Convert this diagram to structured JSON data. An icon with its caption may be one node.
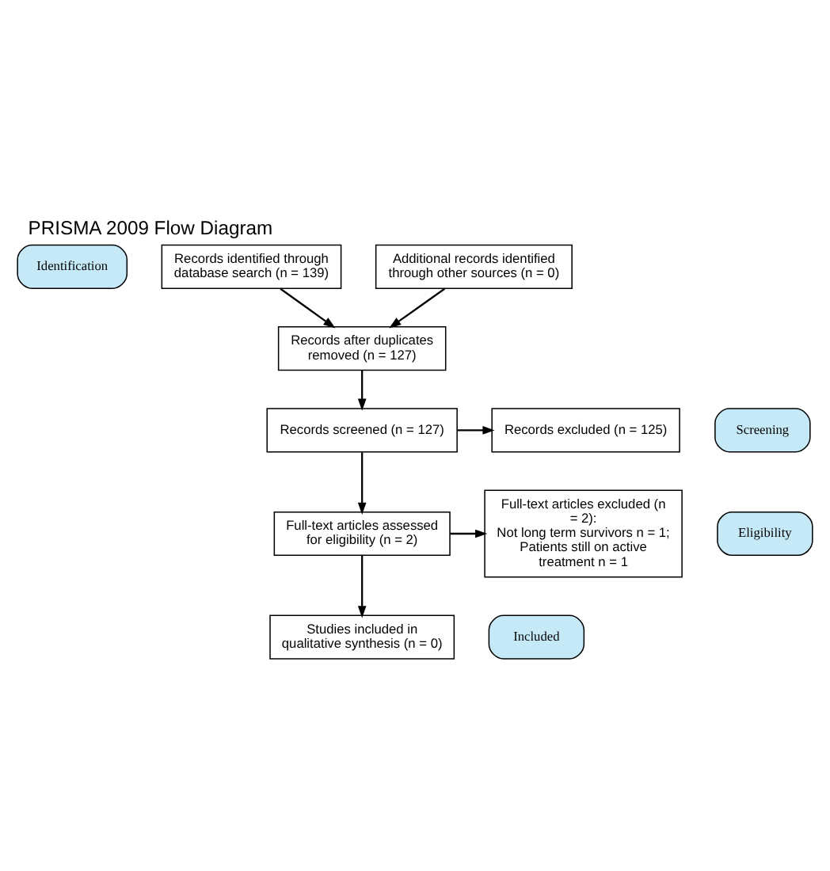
{
  "diagram": {
    "title": "PRISMA 2009 Flow Diagram",
    "nodes": [
      {
        "text": [
          "Identification"
        ]
      },
      {
        "text": [
          "Records identified through database search (n = 139)"
        ]
      },
      {
        "text": [
          "Additional records identified through other sources (n = 0)"
        ]
      },
      {
        "text": [
          "Records after duplicates removed (n = 127)"
        ]
      },
      {
        "text": [
          "Screening"
        ]
      },
      {
        "text": [
          "Records screened (n = 127)"
        ]
      },
      {
        "text": [
          "Records excluded (n = 125)"
        ]
      },
      {
        "text": [
          "Eligibility"
        ]
      },
      {
        "text": [
          "Full-text articles assessed for eligibility (n = 2)"
        ]
      },
      {
        "text": [
          "Full-text articles excluded (n = 2):",
          "Not long term survivors n = 1; Patients still on active treatment n = 1"
        ]
      },
      {
        "text": [
          "Included"
        ]
      },
      {
        "text": [
          "Studies included in qualitative synthesis (n = 0)"
        ]
      }
    ],
    "edges": [
      {
        "from": 1,
        "to": 3,
        "arrow": "to"
      },
      {
        "from": 2,
        "to": 3,
        "arrow": "to"
      },
      {
        "from": 3,
        "to": 5,
        "arrow": "to"
      },
      {
        "from": 5,
        "to": 6,
        "arrow": "to"
      },
      {
        "from": 5,
        "to": 8,
        "arrow": "to"
      },
      {
        "from": 8,
        "to": 9,
        "arrow": "to"
      },
      {
        "from": 8,
        "to": 11,
        "arrow": "to"
      }
    ]
  }
}
